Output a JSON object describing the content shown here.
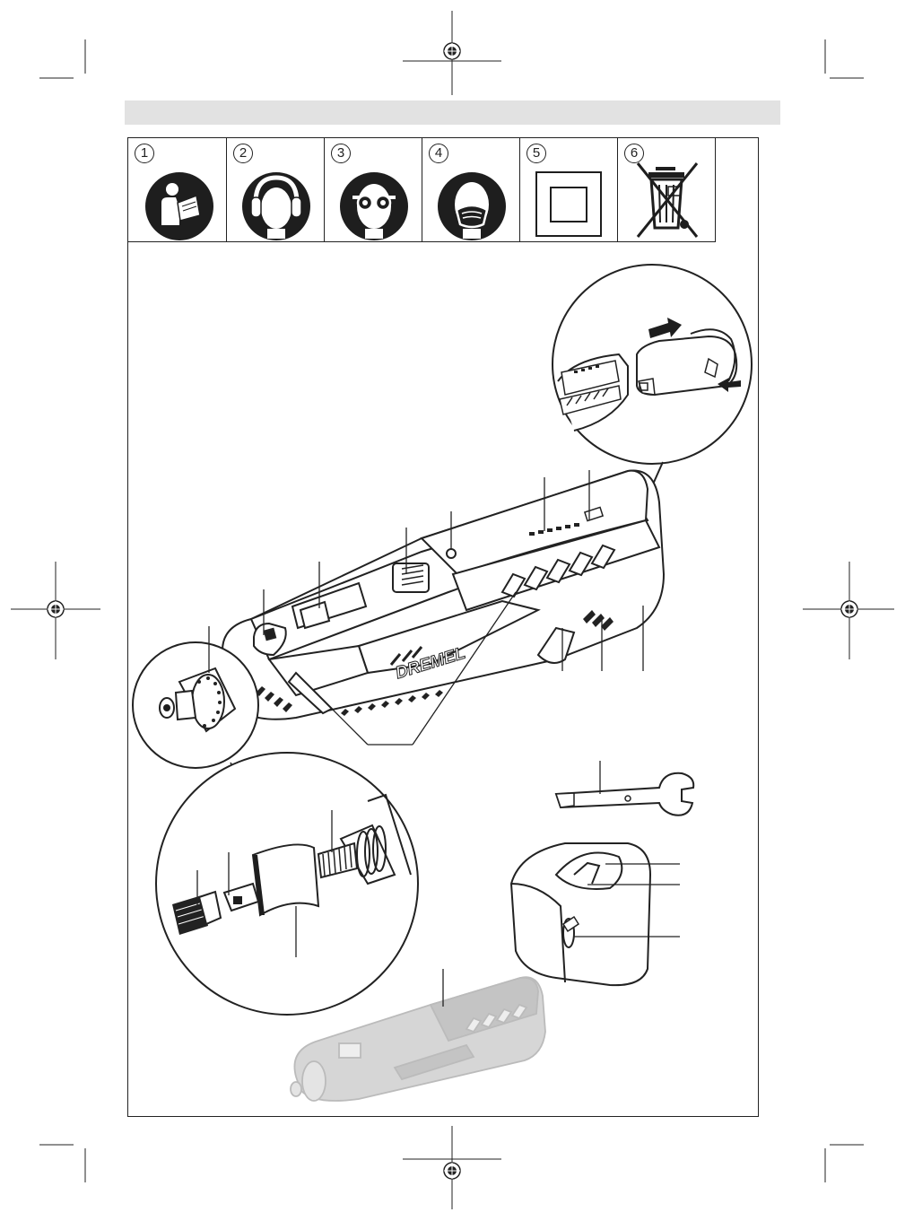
{
  "brand": {
    "logo_text": "DREMEL"
  },
  "symbols": [
    {
      "number": "1",
      "icon": "read-manual-icon"
    },
    {
      "number": "2",
      "icon": "ear-protection-icon"
    },
    {
      "number": "3",
      "icon": "eye-protection-icon"
    },
    {
      "number": "4",
      "icon": "dust-mask-icon"
    },
    {
      "number": "5",
      "icon": "double-insulation-icon"
    },
    {
      "number": "6",
      "icon": "crossed-out-wheeled-bin-icon"
    }
  ],
  "colors": {
    "header_bar": "#e2e2e2",
    "line": "#222222",
    "fill_dark": "#1e1e1e",
    "faded_tool": "#c8c8c8"
  }
}
